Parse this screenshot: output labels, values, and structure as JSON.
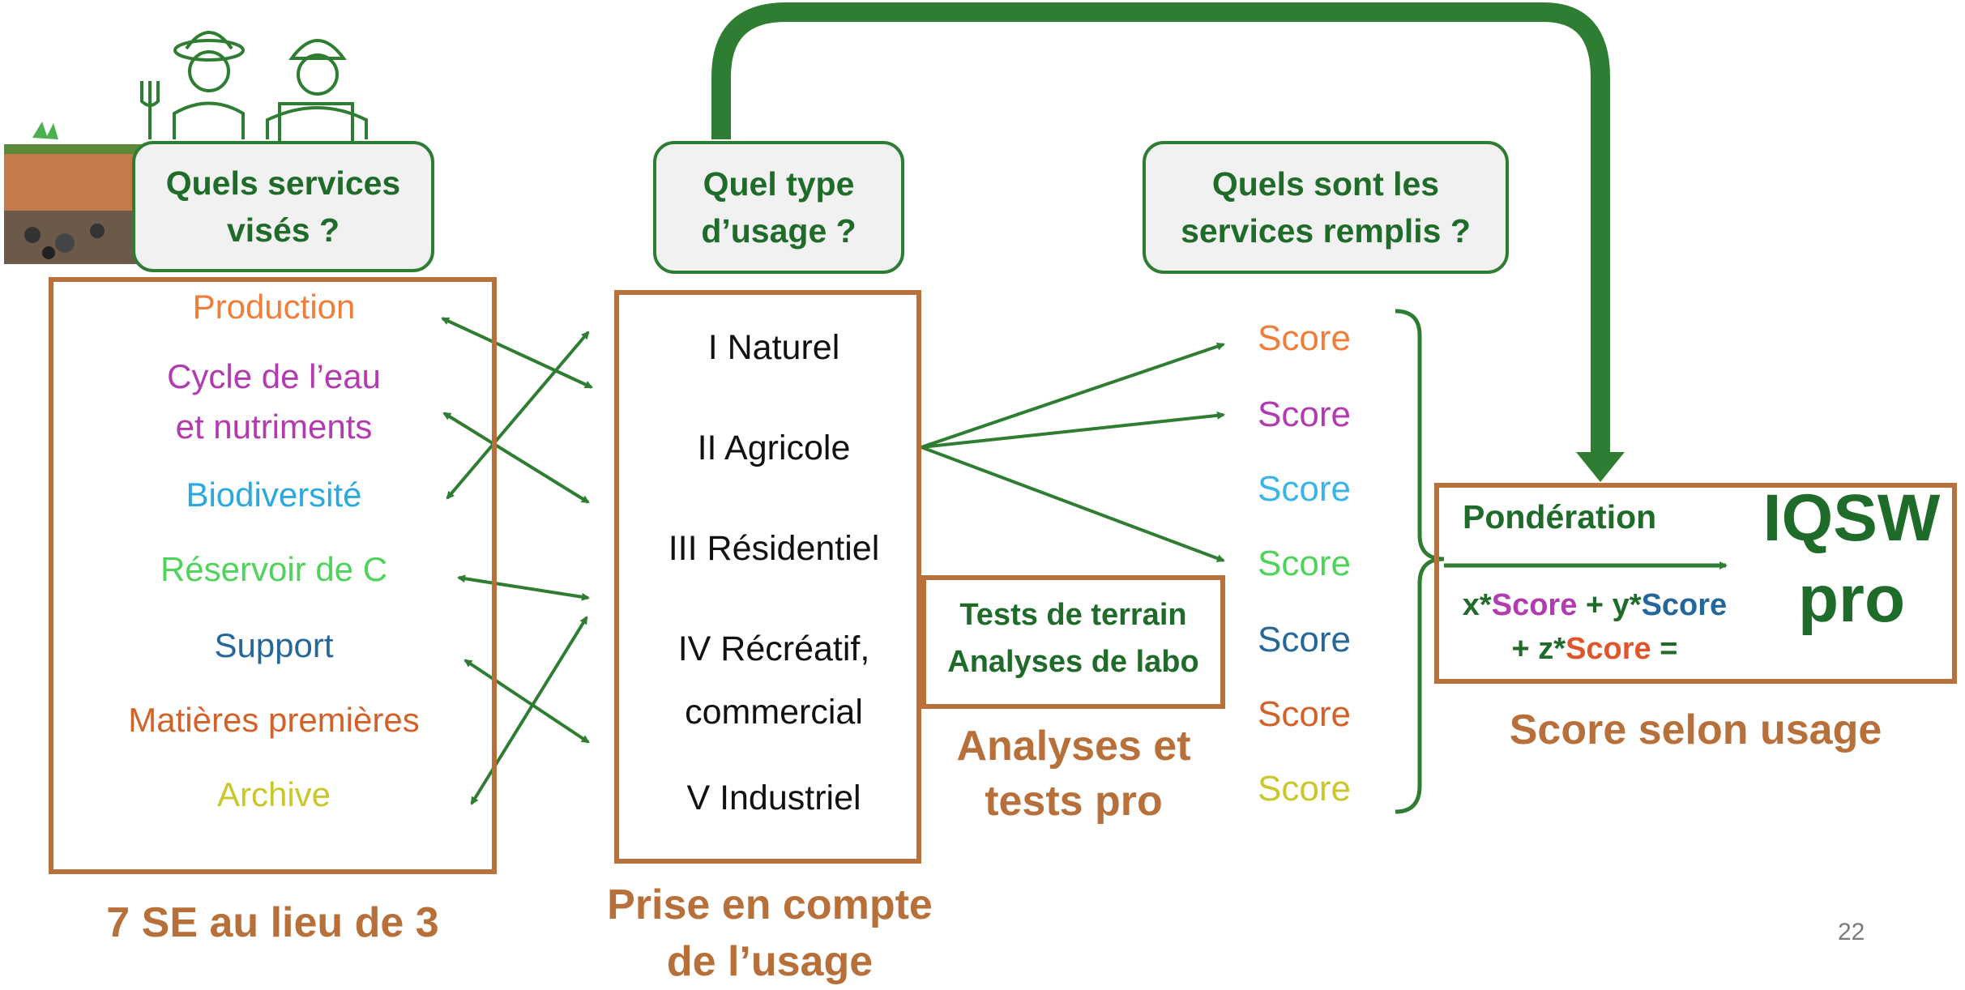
{
  "questions": {
    "services": [
      "Quels services",
      "visés ?"
    ],
    "usage": [
      "Quel type",
      "d’usage ?"
    ],
    "fulfilled": [
      "Quels sont les",
      "services remplis ?"
    ]
  },
  "services": [
    {
      "label": "Production",
      "color": "#f07e3a"
    },
    {
      "label": "Cycle de l’eau",
      "color": "#b23bb0"
    },
    {
      "label": "et nutriments",
      "color": "#b23bb0"
    },
    {
      "label": "Biodiversité",
      "color": "#2aa8df"
    },
    {
      "label": "Réservoir de C",
      "color": "#4fd35a"
    },
    {
      "label": "Support",
      "color": "#26679a"
    },
    {
      "label": "Matières premières",
      "color": "#d2612a"
    },
    {
      "label": "Archive",
      "color": "#c8c82a"
    }
  ],
  "usages": [
    "I Naturel",
    "II Agricole",
    "III Résidentiel",
    "IV Récréatif,",
    "commercial",
    "V Industriel"
  ],
  "tests": [
    "Tests de terrain",
    "Analyses de labo"
  ],
  "scores": [
    {
      "label": "Score",
      "color": "#f07e3a"
    },
    {
      "label": "Score",
      "color": "#b23bb0"
    },
    {
      "label": "Score",
      "color": "#3bb4e8"
    },
    {
      "label": "Score",
      "color": "#4fd35a"
    },
    {
      "label": "Score",
      "color": "#26679a"
    },
    {
      "label": "Score",
      "color": "#d2612a"
    },
    {
      "label": "Score",
      "color": "#c8c82a"
    }
  ],
  "result": {
    "ponderation": "Pondération",
    "formula": {
      "x": "x*",
      "s1": "Score",
      "plus_y": " + y*",
      "s2": "Score",
      "plus_z": "+ z*",
      "s3": "Score",
      "eq": " ="
    },
    "title1": "IQSW",
    "title2": "pro"
  },
  "captions": {
    "services": "7 SE au lieu de 3",
    "usage1": "Prise en compte",
    "usage2": "de l’usage",
    "tests1": "Analyses et",
    "tests2": "tests pro",
    "score": "Score selon usage"
  },
  "colors": {
    "green": "#2e7d32",
    "brown": "#b8703a"
  },
  "icons": [
    "soil-profile-icon",
    "farmer-icon",
    "engineer-icon"
  ],
  "page_number": "22"
}
